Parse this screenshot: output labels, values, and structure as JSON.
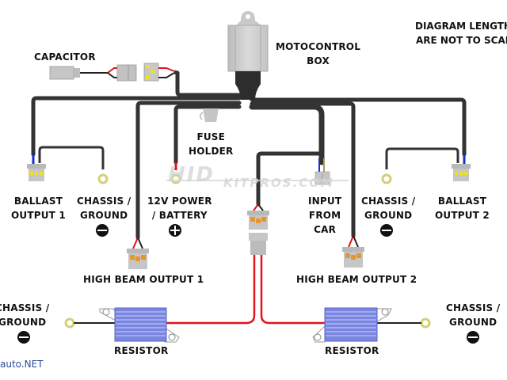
{
  "diagram": {
    "title_note": "DIAGRAM LENGTHS\nARE NOT TO SCALE",
    "labels": {
      "motocontrol_box": "MOTOCONTROL\nBOX",
      "capacitor": "CAPACITOR",
      "fuse_holder": "FUSE\nHOLDER",
      "ballast_output_1": "BALLAST\nOUTPUT 1",
      "chassis_ground_left": "CHASSIS /\nGROUND",
      "power_battery": "12V POWER\n/ BATTERY",
      "input_from_car": "INPUT\nFROM\nCAR",
      "chassis_ground_right": "CHASSIS /\nGROUND",
      "ballast_output_2": "BALLAST\nOUTPUT 2",
      "high_beam_output_1": "HIGH BEAM OUTPUT 1",
      "high_beam_output_2": "HIGH BEAM OUTPUT 2",
      "chassis_ground_far_left": "CHASSIS /\nGROUND",
      "chassis_ground_far_right": "CHASSIS /\nGROUND",
      "resistor_left": "RESISTOR",
      "resistor_right": "RESISTOR"
    },
    "symbols": {
      "negative": "minus-terminal",
      "positive": "plus-terminal"
    },
    "watermark": {
      "logo": "HID",
      "text": "KITPROS.COM"
    },
    "colors": {
      "wire_main": "#333333",
      "wire_red": "#e0141c",
      "wire_blue": "#1a2fd0",
      "connector_grey": "#c0c0c0",
      "pin_yellow": "#f2e21a",
      "pin_orange": "#e8962a",
      "ring_terminal": "#e6df8a",
      "resistor_blue": "#7a86e0"
    }
  },
  "footer": {
    "source": "auto.NET"
  }
}
